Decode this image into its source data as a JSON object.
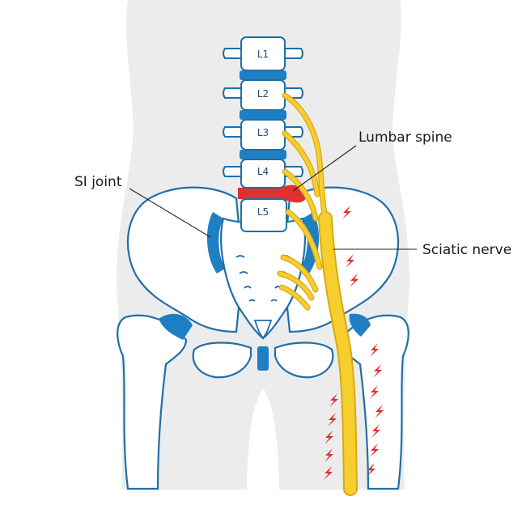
{
  "labels": {
    "si_joint": "SI joint",
    "lumbar_spine": "Lumbar spine",
    "sciatic_nerve": "Sciatic nerve"
  },
  "vertebrae": [
    "L1",
    "L2",
    "L3",
    "L4",
    "L5"
  ],
  "colors": {
    "body_silhouette": "#ececec",
    "bone_fill": "#ffffff",
    "bone_outline": "#1f6fa8",
    "disc": "#1f7fc4",
    "herniated_disc": "#e03030",
    "nerve": "#f6cf2f",
    "nerve_outline": "#d8aa10",
    "pain_bolt": "#e03030",
    "text": "#1a1a1a",
    "vertebra_label": "#2b4a6e"
  },
  "icons": {
    "pain": "lightning-bolt-icon"
  }
}
